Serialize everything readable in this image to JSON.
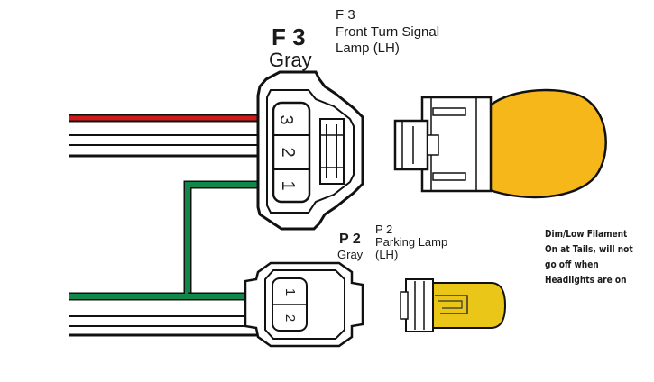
{
  "f3": {
    "code": "F 3",
    "color": "Gray",
    "ref": "F 3",
    "name_line1": "Front Turn Signal",
    "name_line2": "Lamp (LH)",
    "pins": [
      "3",
      "2",
      "1"
    ]
  },
  "p2": {
    "code": "P 2",
    "color": "Gray",
    "ref": "P 2",
    "name_line1": "Parking Lamp",
    "name_line2": "(LH)",
    "pins": [
      "1",
      "2"
    ]
  },
  "note": {
    "line1": "Dim/Low Filament",
    "line2": "On at Tails, will not",
    "line3": "go off when",
    "line4": "Headlights are on"
  },
  "colors": {
    "wire_red": "#d11a1a",
    "wire_black": "#111111",
    "wire_green": "#12874a",
    "bulb_amber": "#f5b71a",
    "bulb_yellow": "#e9c617"
  }
}
